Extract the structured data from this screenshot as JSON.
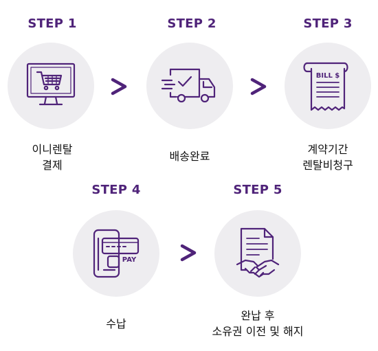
{
  "accent_color": "#4f2379",
  "circle_color": "#eeedf0",
  "steps": [
    {
      "label": "STEP 1",
      "icon": "shopping-cart-monitor-icon",
      "caption": [
        "이니렌탈",
        "결제"
      ]
    },
    {
      "label": "STEP 2",
      "icon": "delivery-truck-icon",
      "caption": [
        "배송완료"
      ]
    },
    {
      "label": "STEP 3",
      "icon": "bill-receipt-icon",
      "bill_text": "BILL $",
      "caption": [
        "계약기간",
        "렌탈비청구"
      ]
    },
    {
      "label": "STEP 4",
      "icon": "mobile-pay-icon",
      "pay_text": "PAY",
      "caption": [
        "수납"
      ]
    },
    {
      "label": "STEP 5",
      "icon": "contract-handshake-icon",
      "caption": [
        "완납 후",
        "소유권 이전 및 해지"
      ]
    }
  ]
}
